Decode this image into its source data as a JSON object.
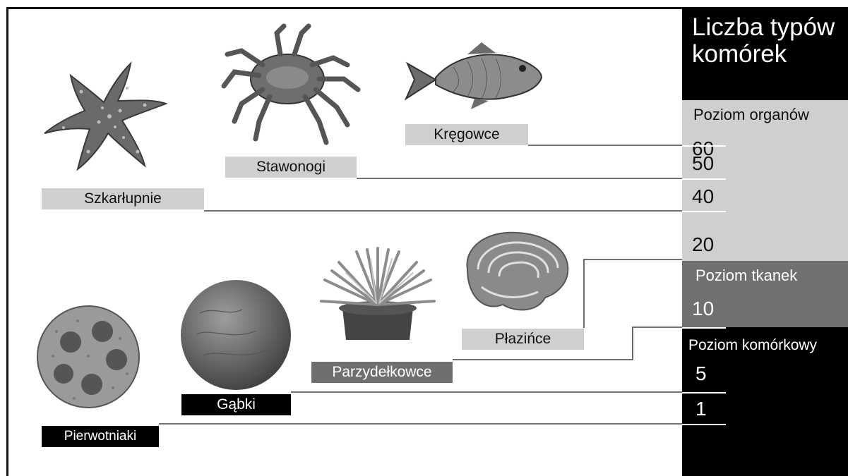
{
  "column": {
    "title_line1": "Liczba typów",
    "title_line2": "komórek"
  },
  "levels": {
    "organ": "Poziom organów",
    "tissue": "Poziom tkanek",
    "cell": "Poziom komórkowy"
  },
  "numbers": [
    "60",
    "50",
    "40",
    "20",
    "10",
    "5",
    "1"
  ],
  "groups": {
    "kregowce": "Kręgowce",
    "stawonogi": "Stawonogi",
    "szkarlupnie": "Szkarłupnie",
    "plazince": "Płazińce",
    "parzydelkowce": "Parzydełkowce",
    "gabki": "Gąbki",
    "pierwotniaki": "Pierwotniaki"
  },
  "colors": {
    "organ_band": "#cfcfcf",
    "tissue_band": "#707070",
    "cell_band": "#000000"
  },
  "illustrations": [
    "starfish",
    "crab",
    "fish",
    "protozoan",
    "sponge",
    "sea-anemone",
    "flatworm"
  ]
}
